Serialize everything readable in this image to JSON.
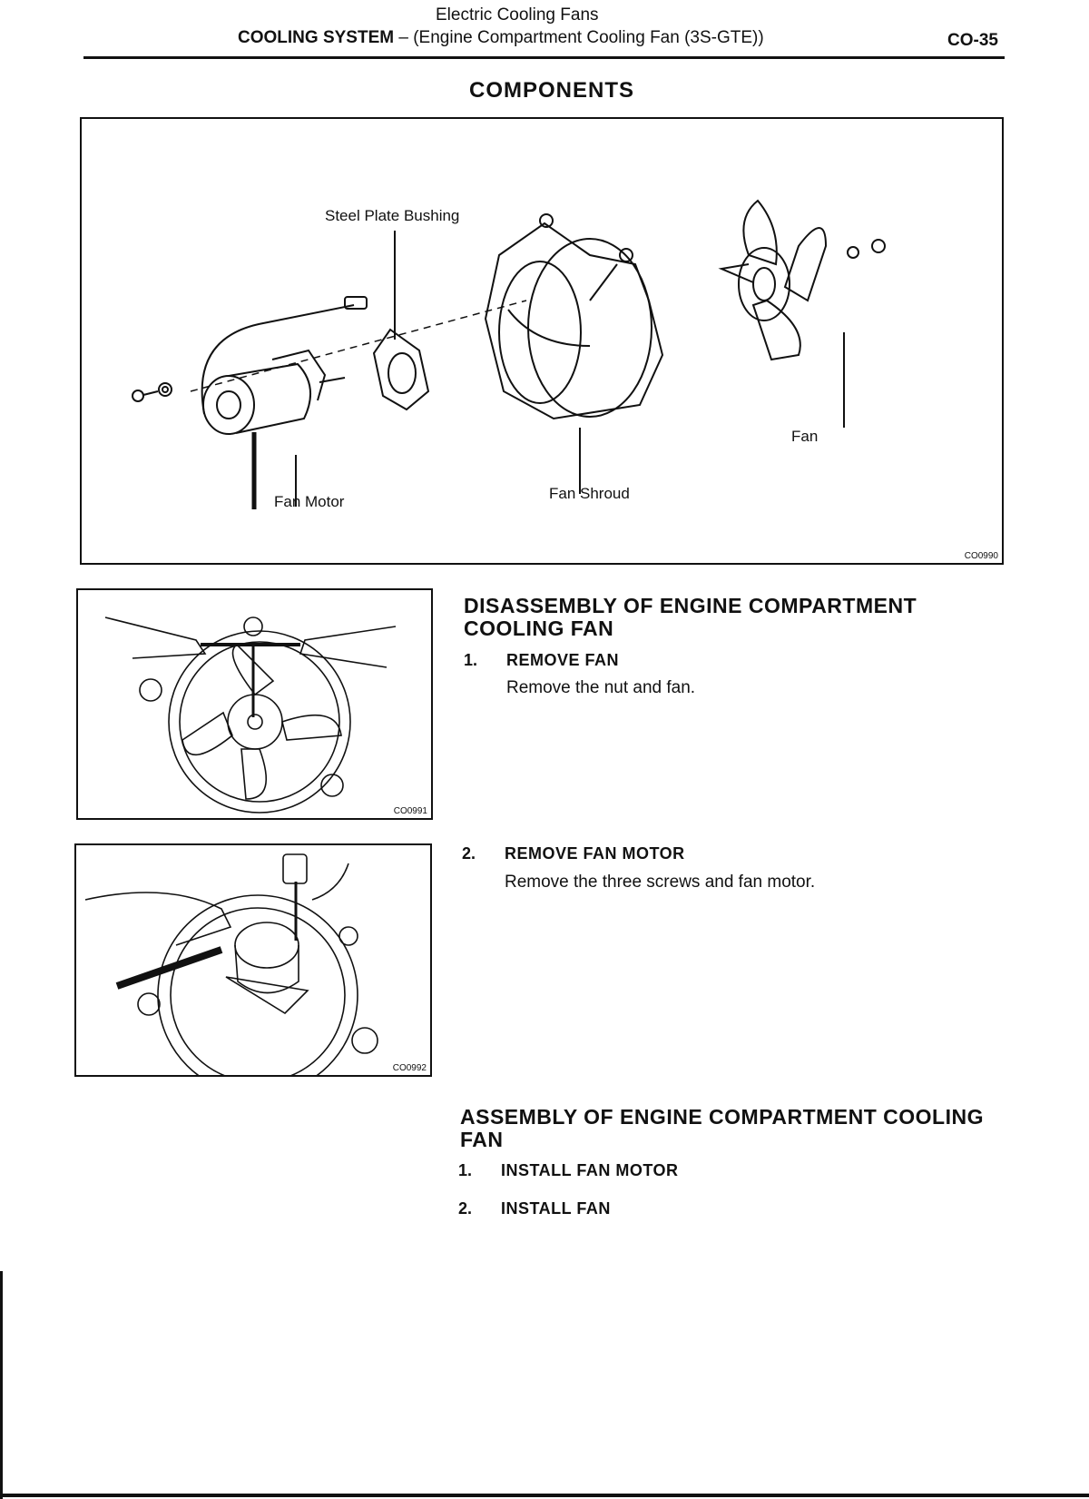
{
  "header": {
    "subtitle": "Electric Cooling Fans",
    "system": "COOLING SYSTEM",
    "dash": "–",
    "section": "(Engine Compartment Cooling Fan (3S-GTE))",
    "page_number": "CO-35"
  },
  "components": {
    "title": "COMPONENTS",
    "figure_code": "CO0990",
    "labels": {
      "bushing": "Steel Plate Bushing",
      "fan": "Fan",
      "fan_motor": "Fan Motor",
      "fan_shroud": "Fan Shroud"
    }
  },
  "disassembly": {
    "title": "DISASSEMBLY OF ENGINE COMPARTMENT COOLING FAN",
    "steps": [
      {
        "num": "1.",
        "title": "REMOVE FAN",
        "text": "Remove the nut and fan.",
        "figure_code": "CO0991"
      },
      {
        "num": "2.",
        "title": "REMOVE FAN MOTOR",
        "text": "Remove the three screws and fan motor.",
        "figure_code": "CO0992"
      }
    ]
  },
  "assembly": {
    "title": "ASSEMBLY OF ENGINE COMPARTMENT COOLING FAN",
    "steps": [
      {
        "num": "1.",
        "title": "INSTALL FAN MOTOR"
      },
      {
        "num": "2.",
        "title": "INSTALL FAN"
      }
    ]
  }
}
